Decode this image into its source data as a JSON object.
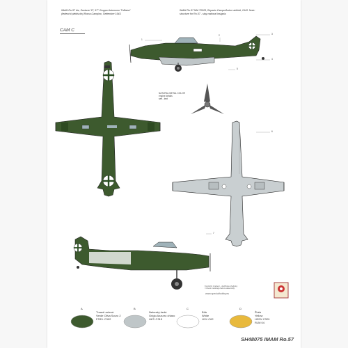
{
  "captions": {
    "top_left": "IMAM Ro.57 bis, Sezione/ 'E', 97° Gruppo Autonomo 'Tuffatori' (tedeschi plebiscito) Roma-Campino, Settembre 1943.",
    "top_right": "IMAM Ro.57 MM 70028, Reparto Campo/Acime airfield, 1943. Note: structure for Ro.57 - stay national insignia."
  },
  "camo_label": "CAM C",
  "notes": {
    "wing_note": "NATURAL METAL COLOR\nengine details\nsee...text"
  },
  "callout_numbers": {
    "n1": "1",
    "n2": "2",
    "n3": "3",
    "n4": "4",
    "n5": "5",
    "n6": "6",
    "n7": "7"
  },
  "legend": [
    {
      "letter": "A",
      "color": "#3d5a2e",
      "lines": [
        "Tmavě zelená",
        "Verde Oliva Scuro 2",
        "FS33: C302"
      ]
    },
    {
      "letter": "B",
      "color": "#bfc6c8",
      "lines": [
        "Nebeský šedá",
        "Grigio Azzurro chiaro",
        "H67/ C315"
      ]
    },
    {
      "letter": "C",
      "color": "#ffffff",
      "lines": [
        "Bílá",
        "White",
        "H11/ C62"
      ]
    },
    {
      "letter": "D",
      "color": "#e8b93c",
      "lines": [
        "Žlutá",
        "Yellow",
        "H329/ C329",
        "RLM 04"
      ]
    }
  ],
  "box_note": "Kontrolní značení - dodržujte předpisy / Check markings before assembly.",
  "website": "www.specialhobby.eu",
  "footer": "SH48075 IMAM Ro.57"
}
